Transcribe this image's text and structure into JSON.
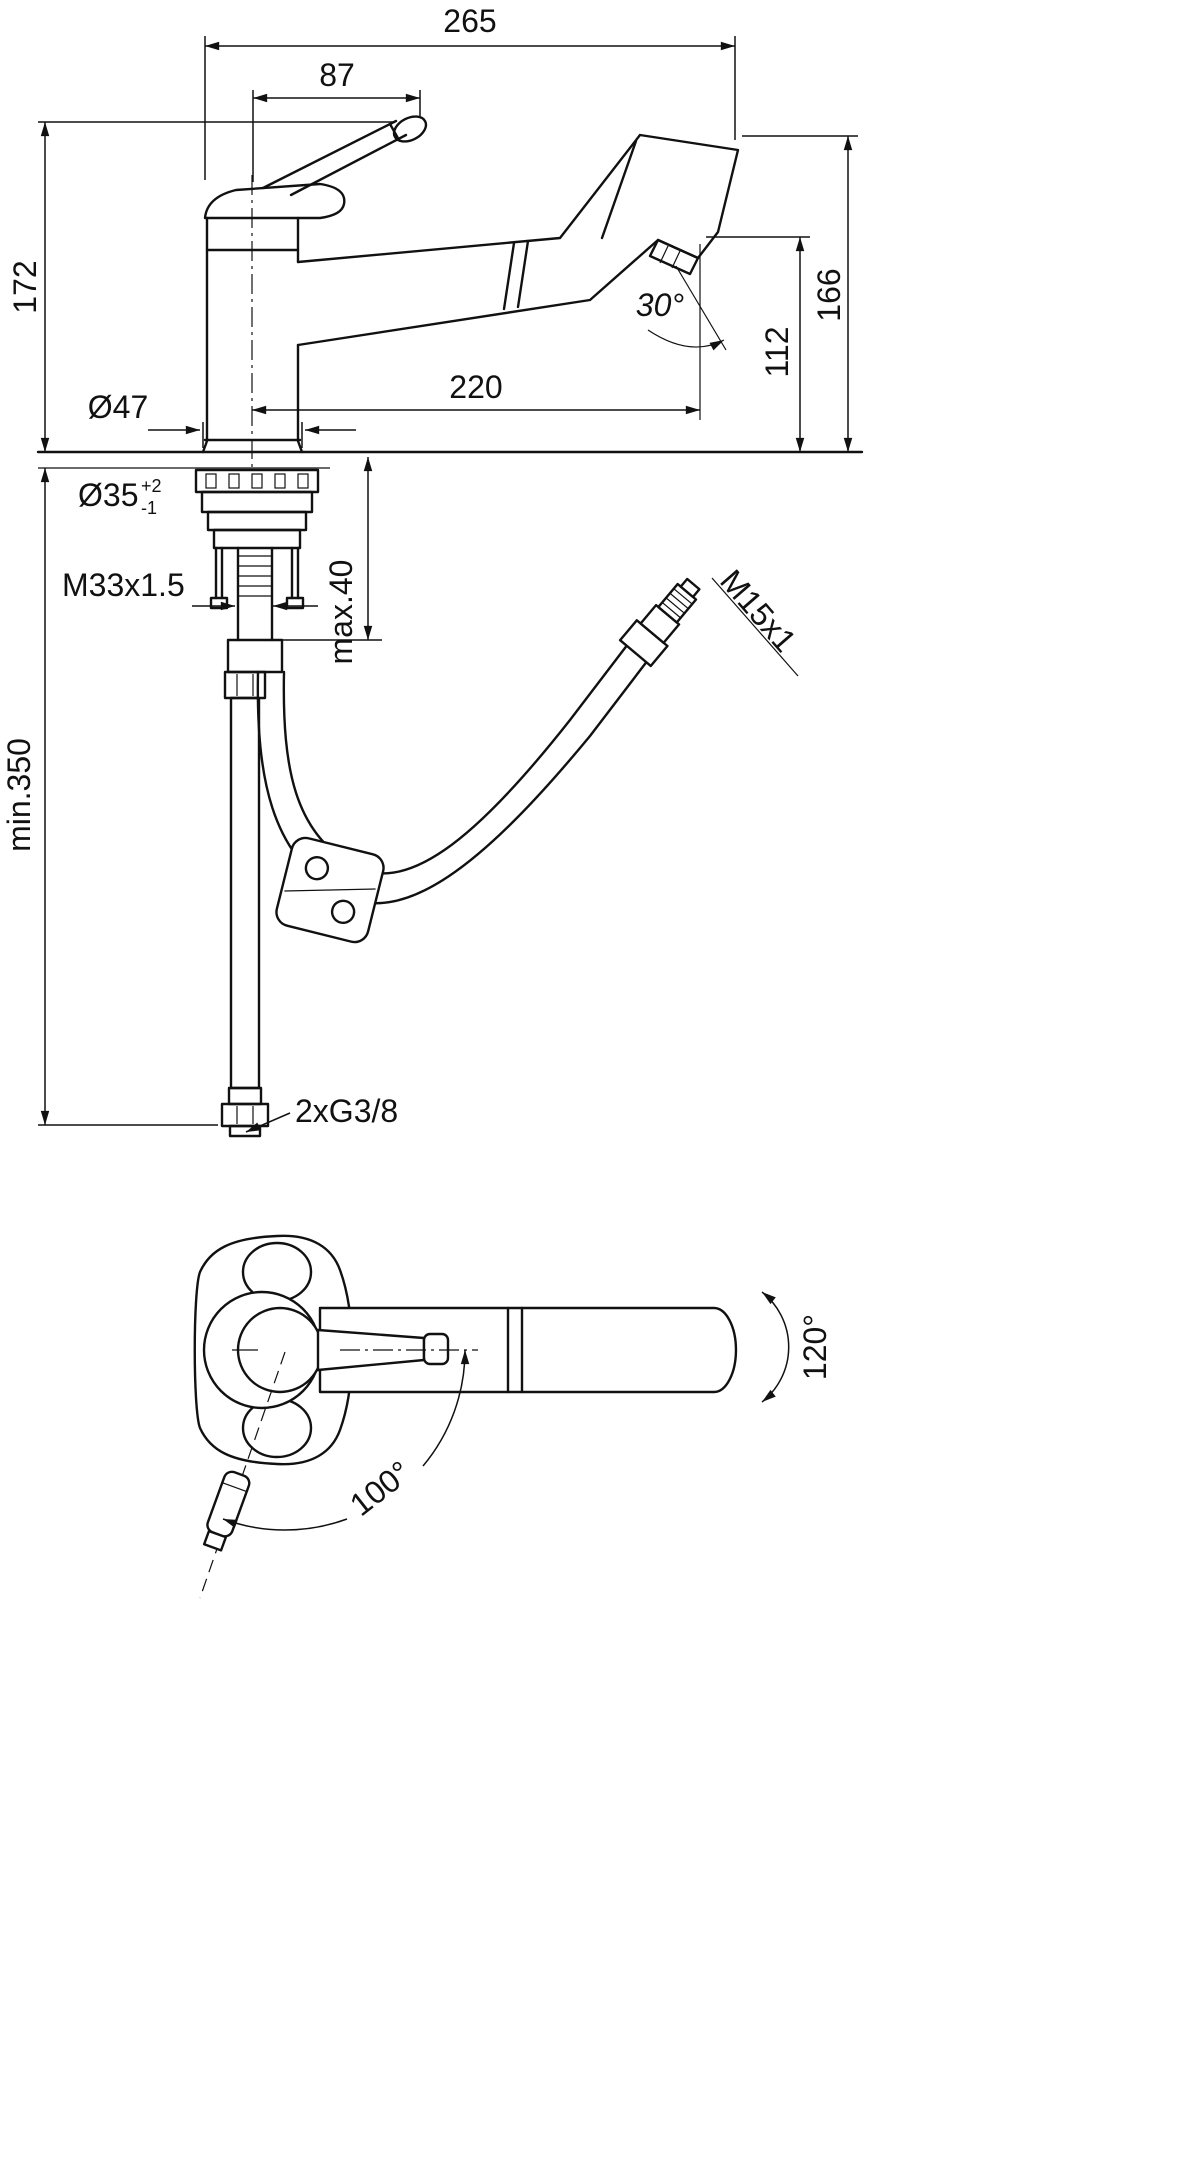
{
  "page": {
    "background": "#ffffff",
    "line_color": "#111111",
    "description": "Technical dimension drawing of a single-lever kitchen mixer tap with pull-out spray, side view with installation parts and plan view with swivel angles"
  },
  "drawing": {
    "side": {
      "overall_width": "265",
      "lever_length": "87",
      "height_to_top": "172",
      "spout_height": "166",
      "outlet_height": "112",
      "spray_angle": "30°",
      "spout_reach": "220",
      "base_diameter": "Ø47",
      "hole_diameter": "Ø35",
      "hole_tol_plus": "+2",
      "hole_tol_minus": "-1",
      "shank_thread": "M33x1.5",
      "max_deck": "max.40",
      "min_hose": "min.350",
      "hose_thread": "M15x1",
      "supply_connection": "2xG3/8"
    },
    "plan": {
      "swivel_angle": "120°",
      "handle_angle": "100°"
    }
  }
}
